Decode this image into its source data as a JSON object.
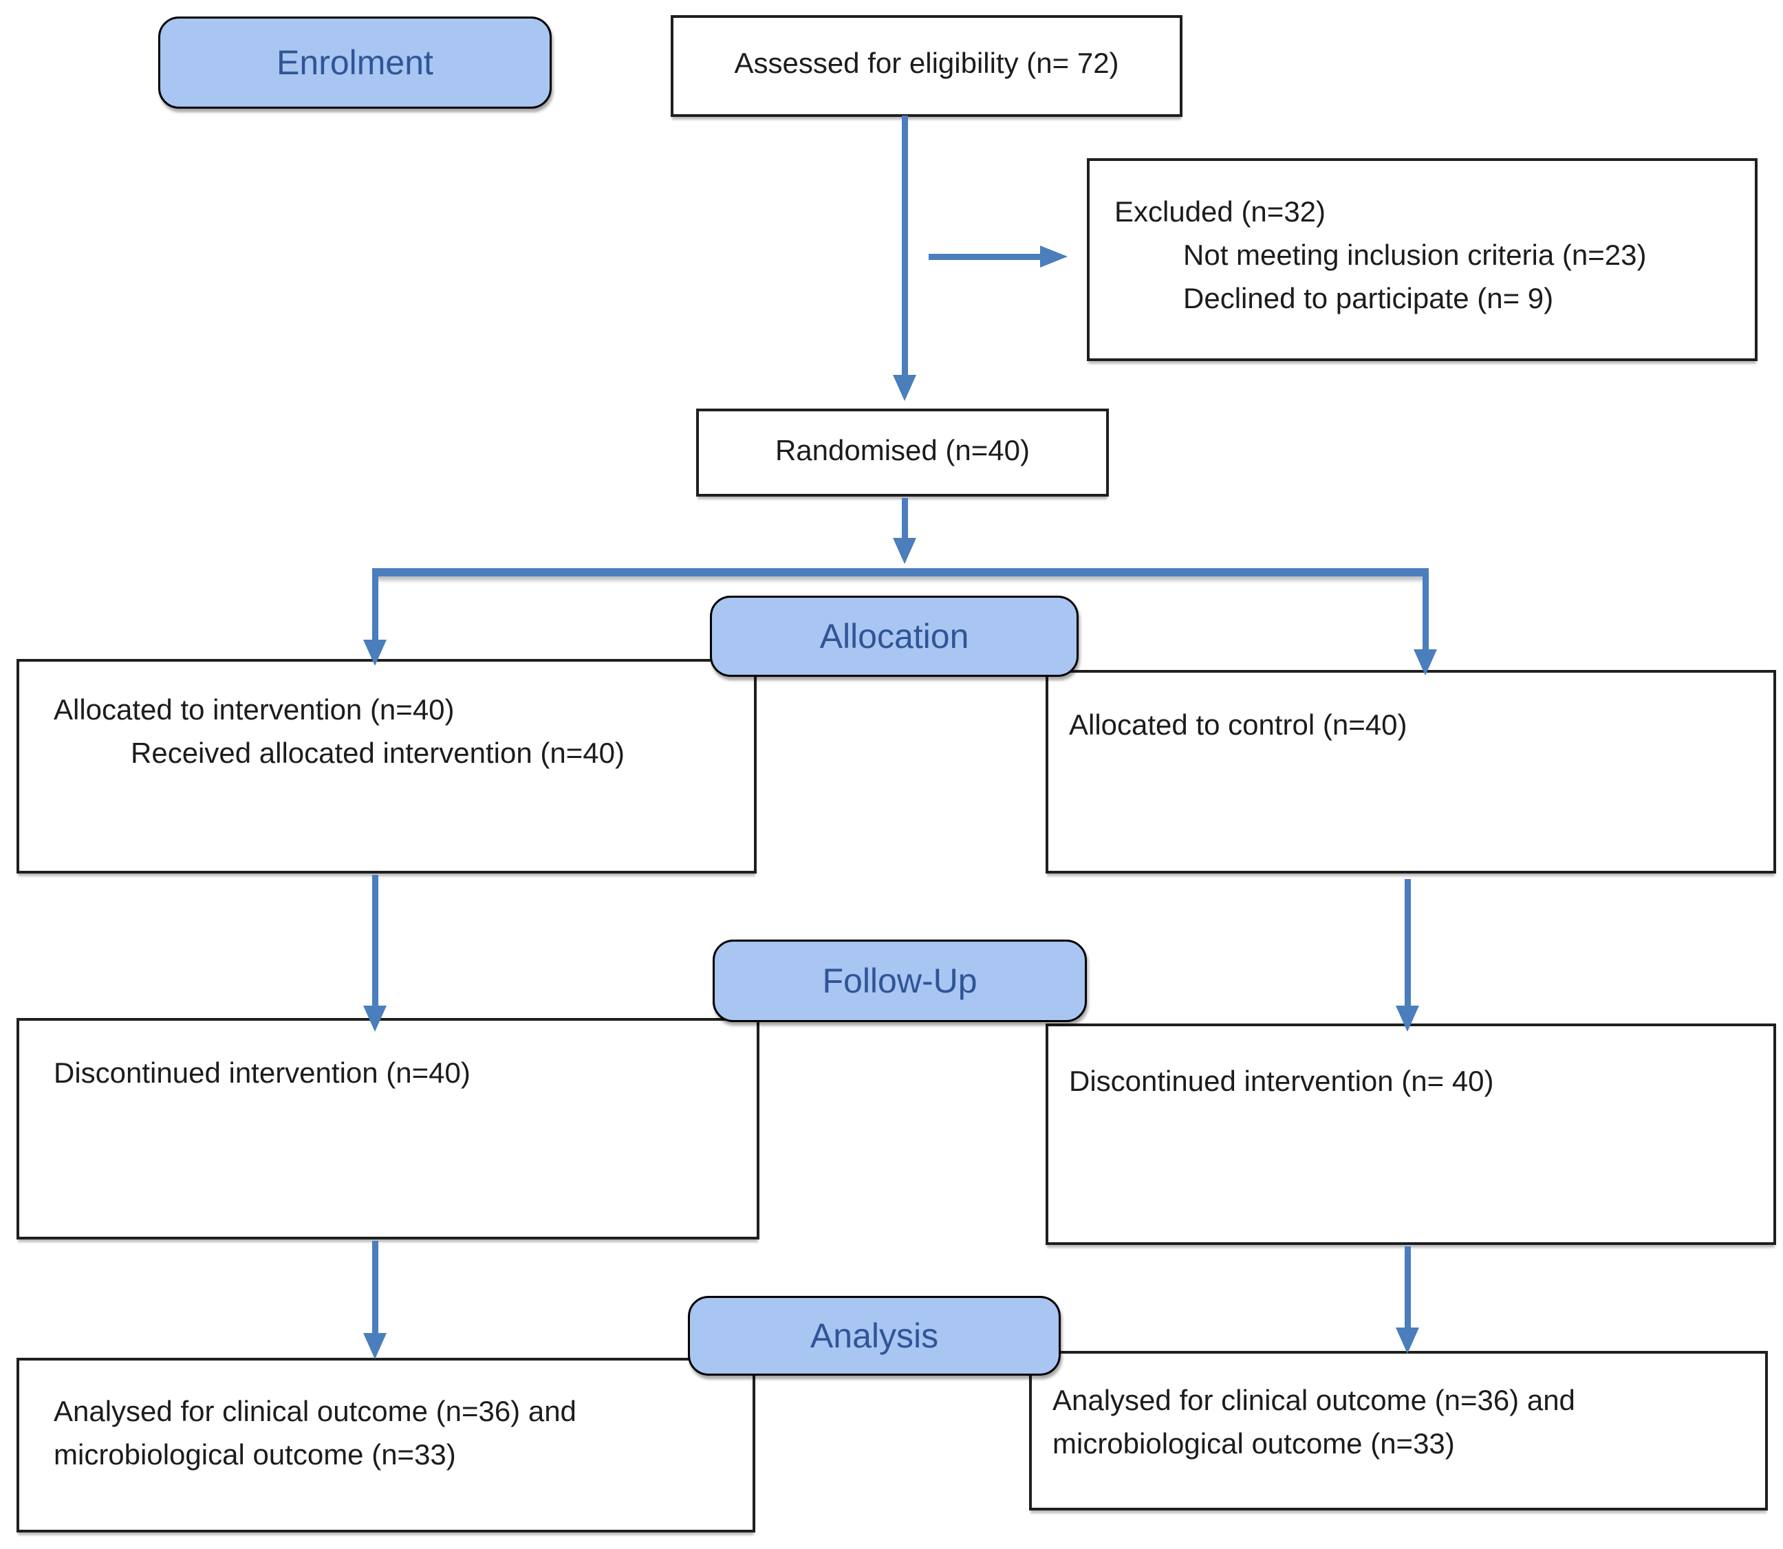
{
  "flowchart": {
    "stages": {
      "enrolment": "Enrolment",
      "allocation": "Allocation",
      "follow_up": "Follow-Up",
      "analysis": "Analysis"
    },
    "boxes": {
      "assessed": {
        "text": "Assessed for eligibility (n= 72)"
      },
      "excluded": {
        "title": "Excluded (n=32)",
        "reasons": [
          "Not meeting inclusion criteria (n=23)",
          "Declined to participate (n= 9)"
        ]
      },
      "randomised": {
        "text": "Randomised (n=40)"
      },
      "allocation_intervention": {
        "line1": "Allocated to intervention (n=40)",
        "line2": "Received allocated intervention (n=40)"
      },
      "allocation_control": {
        "line1": "Allocated to control (n=40)"
      },
      "follow_up_intervention": {
        "line1": "Discontinued intervention (n=40)"
      },
      "follow_up_control": {
        "line1": "Discontinued intervention (n= 40)"
      },
      "analysis_intervention": {
        "text": "Analysed for clinical outcome (n=36) and microbiological outcome (n=33)"
      },
      "analysis_control": {
        "text": "Analysed for clinical outcome (n=36) and microbiological outcome (n=33)"
      }
    },
    "colors": {
      "stage_fill": "#a9c5f1",
      "stage_text": "#2f5597",
      "arrow": "#4a7ebc",
      "box_border": "#1f1f1f",
      "box_fill": "#ffffff"
    }
  }
}
